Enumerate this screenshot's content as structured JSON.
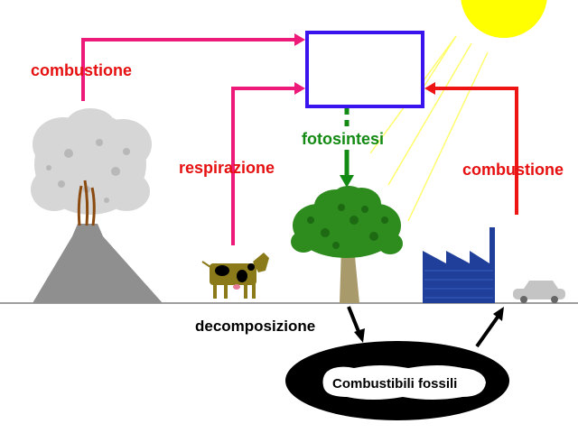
{
  "labels": {
    "combustion_left": "combustione",
    "combustion_right": "combustione",
    "respiration": "respirazione",
    "photosynthesis": "fotosintesi",
    "decomposition": "decomposizione",
    "fossil_fuels": "Combustibili fossili"
  },
  "colors": {
    "magenta_arrow": "#ee1a7a",
    "red_arrow": "#ee1414",
    "green_arrow": "#138a13",
    "carbon_box": "#3a14ee",
    "sun": "#ffff00",
    "sun_rays": "#ffff66",
    "volcano": "#8f8f8f",
    "ground": "#7f7f7f",
    "tree_canopy": "#2e8b1e",
    "tree_trunk": "#a89a6a",
    "factory": "#1f3f9a",
    "car": "#c4c4c4",
    "cow": "#8a7a1a",
    "fossil_deposit": "#000000"
  },
  "icons": {
    "volcano": "volcano-icon",
    "cow": "cow-icon",
    "tree": "tree-icon",
    "factory": "factory-icon",
    "car": "car-icon",
    "sun": "sun-icon"
  }
}
